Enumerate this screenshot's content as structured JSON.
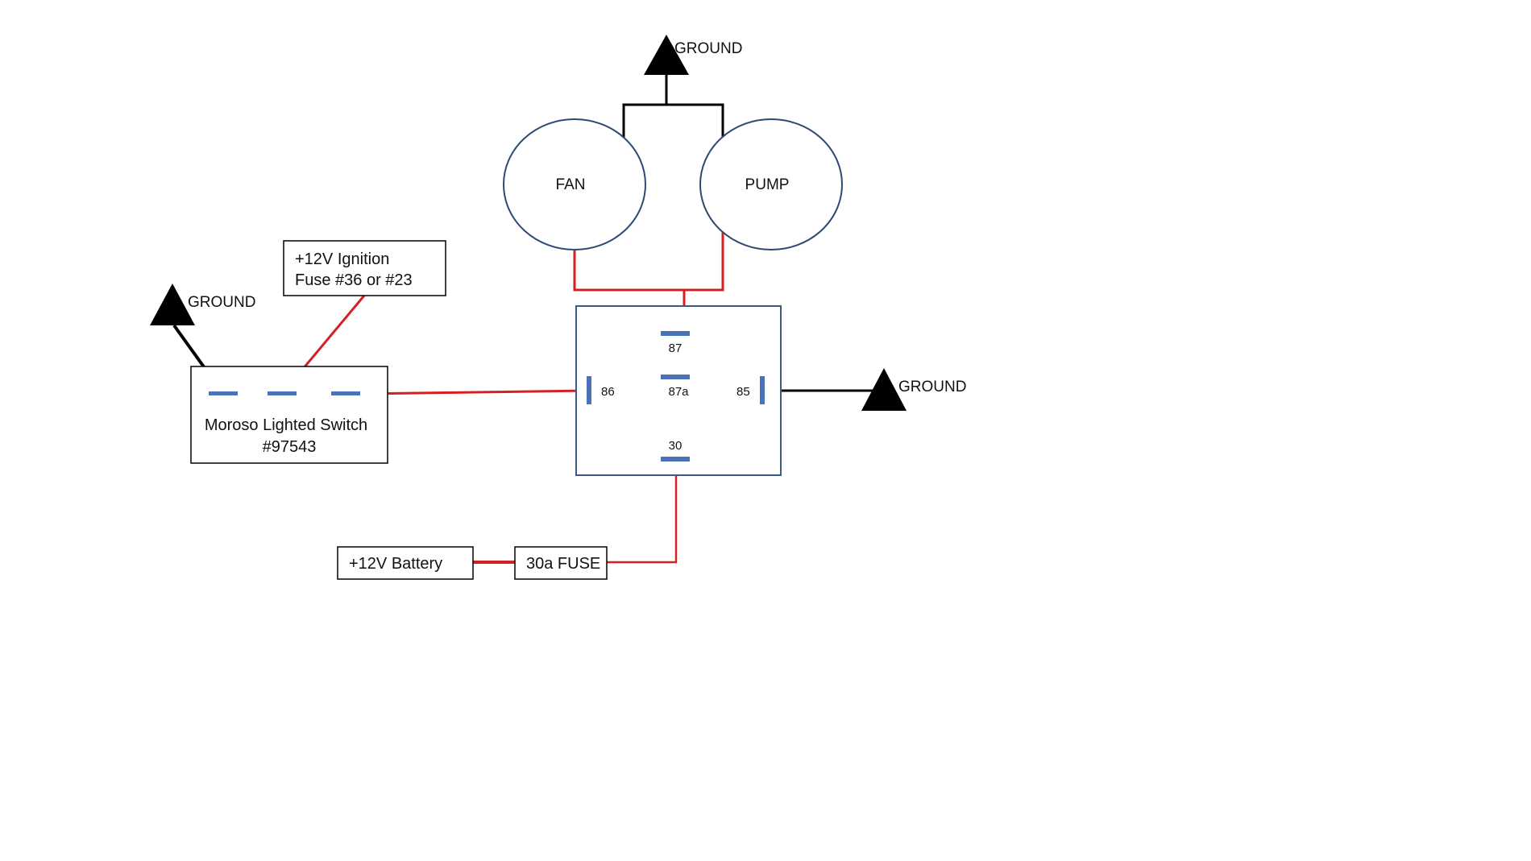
{
  "colors": {
    "power_wire": "#d42020",
    "ground_wire": "#000000",
    "pin": "#4a72b8",
    "relay_border": "#3b5a86",
    "circle_border": "#2e4a72",
    "box_border": "#000000"
  },
  "ground": {
    "top_label": "GROUND",
    "left_label": "GROUND",
    "right_label": "GROUND"
  },
  "loads": {
    "fan": "FAN",
    "pump": "PUMP"
  },
  "ignition": {
    "line1": "+12V Ignition",
    "line2": "Fuse #36 or #23"
  },
  "switch": {
    "line1": "Moroso Lighted Switch",
    "line2": "#97543"
  },
  "relay": {
    "pin_87": "87",
    "pin_87a": "87a",
    "pin_86": "86",
    "pin_85": "85",
    "pin_30": "30"
  },
  "battery": "+12V Battery",
  "fuse": "30a FUSE"
}
